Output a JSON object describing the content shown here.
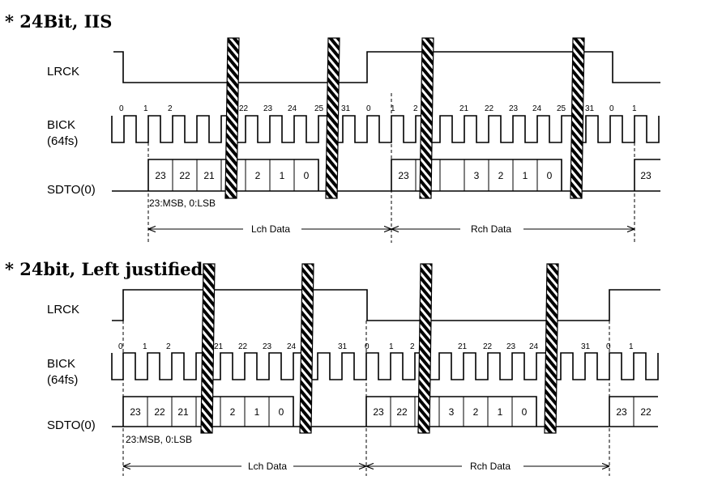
{
  "diagrams": [
    {
      "title": "* 24Bit, IIS",
      "signals": {
        "lrck": "LRCK",
        "bick": "BICK",
        "bick_sub": "(64fs)",
        "sdto": "SDTO(0)"
      },
      "bick_labels": [
        "0",
        "1",
        "2",
        "22",
        "23",
        "24",
        "25",
        "31",
        "0",
        "1",
        "2",
        "21",
        "22",
        "23",
        "24",
        "25",
        "31",
        "0",
        "1"
      ],
      "sdto_cells": [
        "23",
        "22",
        "21",
        "2",
        "1",
        "0",
        "23",
        "3",
        "2",
        "1",
        "0",
        "23"
      ],
      "note": "23:MSB, 0:LSB",
      "lch": "Lch Data",
      "rch": "Rch Data"
    },
    {
      "title": "* 24bit, Left justified",
      "signals": {
        "lrck": "LRCK",
        "bick": "BICK",
        "bick_sub": "(64fs)",
        "sdto": "SDTO(0)"
      },
      "bick_labels": [
        "0",
        "1",
        "2",
        "21",
        "22",
        "23",
        "24",
        "31",
        "0",
        "1",
        "2",
        "21",
        "22",
        "23",
        "24",
        "31",
        "0",
        "1"
      ],
      "sdto_cells": [
        "23",
        "22",
        "21",
        "2",
        "1",
        "0",
        "23",
        "22",
        "3",
        "2",
        "1",
        "0",
        "23",
        "22"
      ],
      "note": "23:MSB, 0:LSB",
      "lch": "Lch Data",
      "rch": "Rch Data"
    }
  ]
}
